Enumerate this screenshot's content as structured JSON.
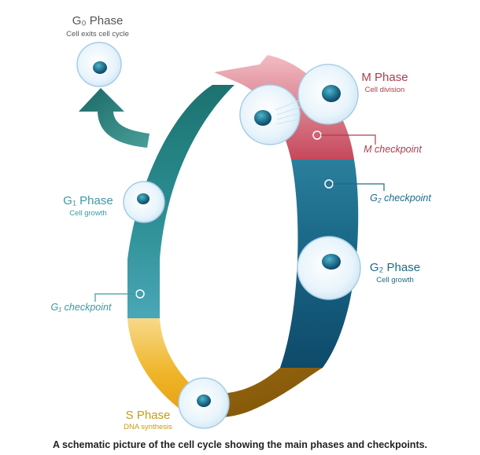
{
  "phases": {
    "g0": {
      "name": "G₀ Phase",
      "desc": "Cell exits cell cycle",
      "color": "#444444"
    },
    "m": {
      "name": "M Phase",
      "desc": "Cell division",
      "color": "#b03c4e"
    },
    "g1": {
      "name": "G₁ Phase",
      "desc": "Cell growth",
      "color": "#3c98a6"
    },
    "g2": {
      "name": "G₂ Phase",
      "desc": "Cell growth",
      "color": "#1e6c86"
    },
    "s": {
      "name": "S Phase",
      "desc": "DNA synthesis",
      "color": "#c79a14"
    }
  },
  "checkpoints": {
    "m": "M checkpoint",
    "g2": "G₂ checkpoint",
    "g1": "G₁ checkpoint"
  },
  "caption": "A schematic picture of the cell cycle showing the main phases and checkpoints."
}
